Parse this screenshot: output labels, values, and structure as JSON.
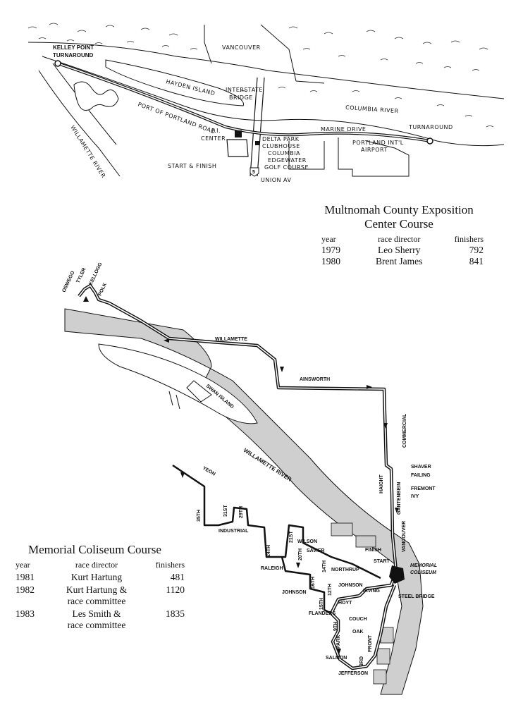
{
  "map_top": {
    "labels": {
      "kelley": "KELLEY POINT",
      "kelley2": "TURNAROUND",
      "vancouver": "VANCOUVER",
      "hayden": "HAYDEN ISLAND",
      "interstate": "INTERSTATE",
      "interstate2": "BRIDGE",
      "columbia": "COLUMBIA RIVER",
      "port_road": "PORT OF PORTLAND ROAD",
      "willamette_river": "WILLAMETTE RIVER",
      "pi": "P.I.",
      "pi2": "CENTER",
      "delta": "DELTA PARK",
      "delta2": "CLUBHOUSE",
      "edge": "COLUMBIA",
      "edge2": "EDGEWATER",
      "edge3": "GOLF COURSE",
      "marine": "MARINE DRIVE",
      "airport": "PORTLAND INT'L",
      "airport2": "AIRPORT",
      "turnaround": "TURNAROUND",
      "start_finish": "START & FINISH",
      "union": "UNION AV",
      "hwy": "5"
    }
  },
  "expo_table": {
    "title_line1": "Multnomah County Exposition",
    "title_line2": "Center Course",
    "headers": {
      "year": "year",
      "director": "race director",
      "finishers": "finishers"
    },
    "rows": [
      {
        "year": "1979",
        "director": "Leo Sherry",
        "finishers": "792"
      },
      {
        "year": "1980",
        "director": "Brent James",
        "finishers": "841"
      }
    ]
  },
  "map_bottom": {
    "labels": {
      "oswego": "OSWEGO",
      "tyler": "TYLER",
      "kellogg": "KELLOGG",
      "polk": "POLK",
      "willamette": "WILLAMETTE",
      "ainsworth": "AINSWORTH",
      "swan": "SWAN ISLAND",
      "commercial": "COMMERCIAL",
      "willamette_river": "WILLAMETTE RIVER",
      "shaver": "SHAVER",
      "failing": "FAILING",
      "haight": "HAIGHT",
      "gantenbein": "GANTENBEIN",
      "fremont": "FREMONT",
      "ivy": "IVY",
      "yeon": "YEON",
      "s35": "35TH",
      "s31": "31ST",
      "s29": "29TH",
      "industrial": "INDUSTRIAL",
      "vancouver": "VANCOUVER",
      "finish": "FINISH",
      "s21": "21ST",
      "wilson": "WILSON",
      "s24": "24TH",
      "s20": "20TH",
      "savier": "SAVIER",
      "start": "START",
      "memorial": "MEMORIAL",
      "coliseum": "COLISEUM",
      "raleigh": "RALEIGH",
      "s14": "14TH",
      "northrup": "NORTHRUP",
      "s16": "16TH",
      "s12": "12TH",
      "johnson_a": "JOHNSON",
      "johnson_b": "JOHNSON",
      "irving": "IRVING",
      "steel": "STEEL BRIDGE",
      "hoyt": "HOYT",
      "s15": "15TH",
      "flanders": "FLANDERS",
      "couch": "COUCH",
      "oak": "OAK",
      "s9": "9TH",
      "park": "PARK",
      "front": "FRONT",
      "salmon": "SALMON",
      "s3": "3RD",
      "jefferson": "JEFFERSON"
    }
  },
  "coliseum_table": {
    "title": "Memorial Coliseum Course",
    "headers": {
      "year": "year",
      "director": "race director",
      "finishers": "finishers"
    },
    "rows": [
      {
        "year": "1981",
        "director": "Kurt Hartung",
        "finishers": "481"
      },
      {
        "year": "1982",
        "director": "Kurt Hartung &\nrace committee",
        "finishers": "1120"
      },
      {
        "year": "1983",
        "director": "Les Smith &\nrace committee",
        "finishers": "1835"
      }
    ]
  }
}
